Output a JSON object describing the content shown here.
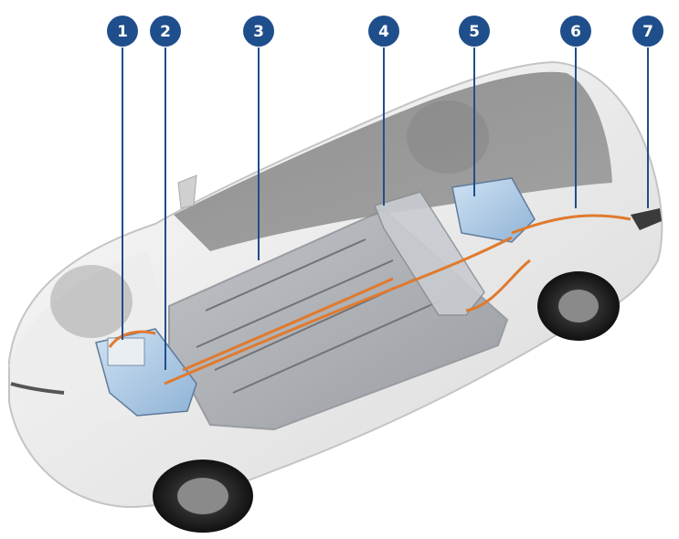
{
  "diagram": {
    "subject": "vehicle-cutaway-high-voltage-components",
    "callout_color": "#1f4e8c",
    "cable_color": "#e07a2e",
    "callouts": [
      {
        "id": 1,
        "label": "1"
      },
      {
        "id": 2,
        "label": "2"
      },
      {
        "id": 3,
        "label": "3"
      },
      {
        "id": 4,
        "label": "4"
      },
      {
        "id": 5,
        "label": "5"
      },
      {
        "id": 6,
        "label": "6"
      },
      {
        "id": 7,
        "label": "7"
      }
    ]
  }
}
